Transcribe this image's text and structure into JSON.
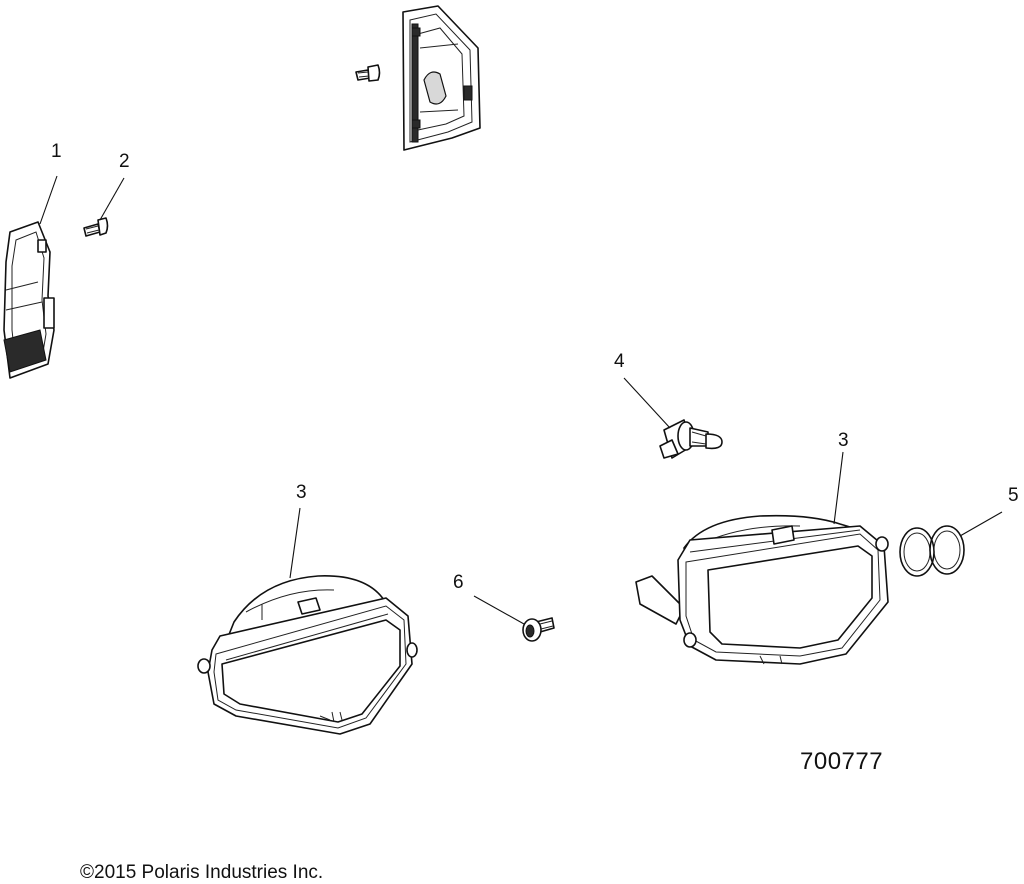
{
  "callouts": {
    "c1": "1",
    "c2": "2",
    "c3a": "3",
    "c3b": "3",
    "c4": "4",
    "c5": "5",
    "c6": "6"
  },
  "diagram_number": "700777",
  "copyright": "©2015 Polaris Industries Inc."
}
